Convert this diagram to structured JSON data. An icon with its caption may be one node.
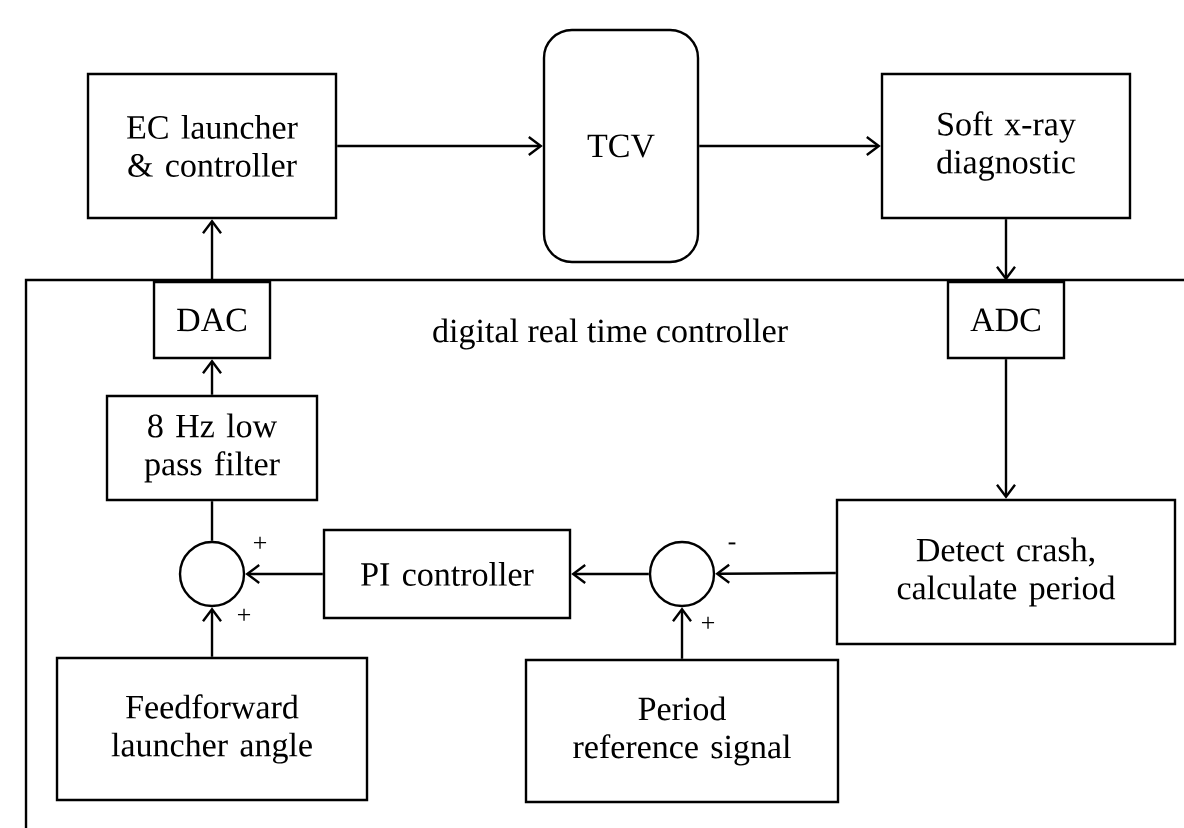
{
  "diagram": {
    "nodes": [
      {
        "text": [
          "EC launcher & controller"
        ]
      },
      {
        "text": [
          "TCV"
        ]
      },
      {
        "text": [
          "Soft x-ray diagnostic"
        ]
      },
      {
        "text": [
          "digital real time controller"
        ]
      },
      {
        "text": [
          "DAC"
        ],
        "in": 3
      },
      {
        "text": [
          "ADC"
        ],
        "in": 3
      },
      {
        "text": [
          "8 Hz low pass filter"
        ],
        "in": 3
      },
      {
        "text": [],
        "shape": "circle",
        "in": 3
      },
      {
        "text": [
          "PI controller"
        ],
        "in": 3
      },
      {
        "text": [],
        "shape": "circle",
        "in": 3
      },
      {
        "text": [
          "Detect crash, calculate period"
        ],
        "in": 3
      },
      {
        "text": [
          "Feedforward launcher angle"
        ],
        "in": 3
      },
      {
        "text": [
          "Period reference signal"
        ],
        "in": 3
      }
    ],
    "edges": [
      {
        "from": 0,
        "to": 1,
        "arrow": "to"
      },
      {
        "from": 1,
        "to": 2,
        "arrow": "to"
      },
      {
        "from": 2,
        "to": 5,
        "arrow": "to"
      },
      {
        "from": 4,
        "to": 0,
        "arrow": "to"
      },
      {
        "from": 6,
        "to": 4,
        "arrow": "to"
      },
      {
        "from": 7,
        "to": 6,
        "arrow": "none"
      },
      {
        "from": 8,
        "to": 7,
        "arrow": "to"
      },
      {
        "from": 9,
        "to": 8,
        "arrow": "to"
      },
      {
        "from": 10,
        "to": 9,
        "arrow": "to"
      },
      {
        "from": 11,
        "to": 7,
        "arrow": "to"
      },
      {
        "from": 12,
        "to": 9,
        "arrow": "to"
      },
      {
        "from": 5,
        "to": 10,
        "arrow": "to"
      }
    ],
    "labels": [
      "+",
      "+",
      "-",
      "+"
    ]
  }
}
